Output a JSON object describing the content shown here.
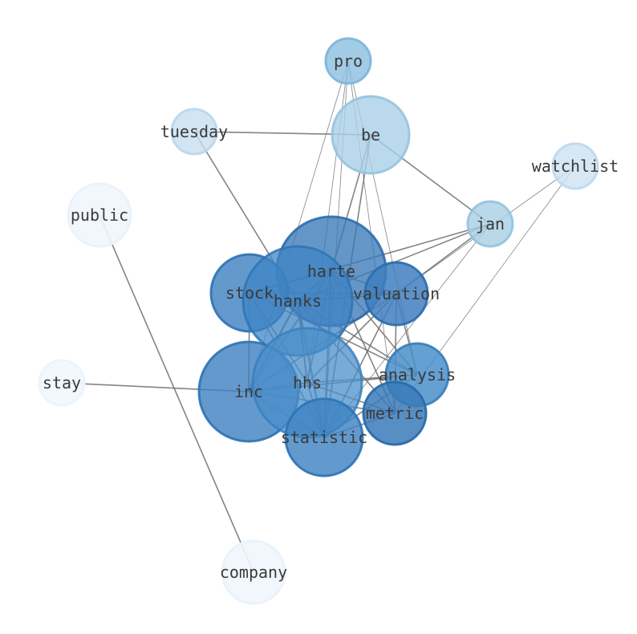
{
  "nodes": [
    {
      "id": "pro",
      "label": "pro",
      "fill": "#92c3e2",
      "stroke": "#7fb6da",
      "opacity": 0.85
    },
    {
      "id": "be",
      "label": "be",
      "fill": "#a9d0e7",
      "stroke": "#95c3df",
      "opacity": 0.8
    },
    {
      "id": "tuesday",
      "label": "tuesday",
      "fill": "#c8dff0",
      "stroke": "#b9d6ec",
      "opacity": 0.8
    },
    {
      "id": "watchlist",
      "label": "watchlist",
      "fill": "#cde2f1",
      "stroke": "#bdd8ee",
      "opacity": 0.8
    },
    {
      "id": "public",
      "label": "public",
      "fill": "#f0f6fc",
      "stroke": "#eaf3fb",
      "opacity": 0.9
    },
    {
      "id": "jan",
      "label": "jan",
      "fill": "#a7cfe6",
      "stroke": "#92c2df",
      "opacity": 0.8
    },
    {
      "id": "harte",
      "label": "harte",
      "fill": "#3a78b9",
      "stroke": "#2a6aab",
      "opacity": 0.78
    },
    {
      "id": "stock",
      "label": "stock",
      "fill": "#3d7fc0",
      "stroke": "#2d71b2",
      "opacity": 0.8
    },
    {
      "id": "hanks",
      "label": "hanks",
      "fill": "#3f84c4",
      "stroke": "#2e74b5",
      "opacity": 0.75
    },
    {
      "id": "valuation",
      "label": "valuation",
      "fill": "#3f7fbf",
      "stroke": "#2d6fb0",
      "opacity": 0.85
    },
    {
      "id": "analysis",
      "label": "analysis",
      "fill": "#4a8fca",
      "stroke": "#3a80bc",
      "opacity": 0.85
    },
    {
      "id": "stay",
      "label": "stay",
      "fill": "#f2f7fc",
      "stroke": "#edf4fb",
      "opacity": 0.9
    },
    {
      "id": "inc",
      "label": "inc",
      "fill": "#3d80c0",
      "stroke": "#2d71b2",
      "opacity": 0.8
    },
    {
      "id": "hhs",
      "label": "hhs",
      "fill": "#4a8fcb",
      "stroke": "#3a80bd",
      "opacity": 0.75
    },
    {
      "id": "metric",
      "label": "metric",
      "fill": "#3a7ab9",
      "stroke": "#2a6bab",
      "opacity": 0.85
    },
    {
      "id": "statistic",
      "label": "statistic",
      "fill": "#3f84c3",
      "stroke": "#2e75b5",
      "opacity": 0.82
    },
    {
      "id": "company",
      "label": "company",
      "fill": "#f0f6fc",
      "stroke": "#eaf3fb",
      "opacity": 0.9
    }
  ],
  "edges": [
    {
      "source": "tuesday",
      "target": "be",
      "weight": 1.6
    },
    {
      "source": "tuesday",
      "target": "hanks",
      "weight": 1.6
    },
    {
      "source": "be",
      "target": "jan",
      "weight": 1.6
    },
    {
      "source": "be",
      "target": "harte",
      "weight": 1.6
    },
    {
      "source": "be",
      "target": "statistic",
      "weight": 1.6
    },
    {
      "source": "public",
      "target": "company",
      "weight": 1.6
    },
    {
      "source": "stay",
      "target": "inc",
      "weight": 1.6
    },
    {
      "source": "pro",
      "target": "inc",
      "weight": 0.8
    },
    {
      "source": "pro",
      "target": "hhs",
      "weight": 0.8
    },
    {
      "source": "pro",
      "target": "analysis",
      "weight": 0.8
    },
    {
      "source": "pro",
      "target": "metric",
      "weight": 0.8
    },
    {
      "source": "pro",
      "target": "statistic",
      "weight": 0.8
    },
    {
      "source": "watchlist",
      "target": "metric",
      "weight": 0.8
    },
    {
      "source": "watchlist",
      "target": "valuation",
      "weight": 0.8
    },
    {
      "source": "jan",
      "target": "hanks",
      "weight": 1.6
    },
    {
      "source": "jan",
      "target": "stock",
      "weight": 1.6
    },
    {
      "source": "jan",
      "target": "valuation",
      "weight": 1.6
    },
    {
      "source": "jan",
      "target": "statistic",
      "weight": 0.8
    },
    {
      "source": "harte",
      "target": "stock",
      "weight": 1.6
    },
    {
      "source": "harte",
      "target": "hanks",
      "weight": 1.6
    },
    {
      "source": "harte",
      "target": "valuation",
      "weight": 1.6
    },
    {
      "source": "harte",
      "target": "analysis",
      "weight": 1.6
    },
    {
      "source": "harte",
      "target": "inc",
      "weight": 1.6
    },
    {
      "source": "harte",
      "target": "hhs",
      "weight": 1.6
    },
    {
      "source": "harte",
      "target": "metric",
      "weight": 1.6
    },
    {
      "source": "harte",
      "target": "statistic",
      "weight": 2.2
    },
    {
      "source": "stock",
      "target": "hanks",
      "weight": 1.6
    },
    {
      "source": "stock",
      "target": "valuation",
      "weight": 1.6
    },
    {
      "source": "stock",
      "target": "inc",
      "weight": 1.6
    },
    {
      "source": "stock",
      "target": "hhs",
      "weight": 1.6
    },
    {
      "source": "stock",
      "target": "statistic",
      "weight": 1.6
    },
    {
      "source": "stock",
      "target": "analysis",
      "weight": 1.6
    },
    {
      "source": "hanks",
      "target": "valuation",
      "weight": 1.6
    },
    {
      "source": "hanks",
      "target": "analysis",
      "weight": 1.6
    },
    {
      "source": "hanks",
      "target": "metric",
      "weight": 1.6
    },
    {
      "source": "hanks",
      "target": "inc",
      "weight": 2.2
    },
    {
      "source": "hanks",
      "target": "hhs",
      "weight": 2.2
    },
    {
      "source": "hanks",
      "target": "statistic",
      "weight": 2.2
    },
    {
      "source": "valuation",
      "target": "analysis",
      "weight": 1.6
    },
    {
      "source": "valuation",
      "target": "metric",
      "weight": 1.6
    },
    {
      "source": "valuation",
      "target": "inc",
      "weight": 1.6
    },
    {
      "source": "valuation",
      "target": "hhs",
      "weight": 1.6
    },
    {
      "source": "valuation",
      "target": "statistic",
      "weight": 1.6
    },
    {
      "source": "analysis",
      "target": "inc",
      "weight": 1.6
    },
    {
      "source": "analysis",
      "target": "hhs",
      "weight": 1.6
    },
    {
      "source": "analysis",
      "target": "statistic",
      "weight": 1.6
    },
    {
      "source": "inc",
      "target": "hhs",
      "weight": 1.6
    },
    {
      "source": "inc",
      "target": "metric",
      "weight": 1.6
    },
    {
      "source": "inc",
      "target": "statistic",
      "weight": 1.6
    },
    {
      "source": "hhs",
      "target": "metric",
      "weight": 1.6
    },
    {
      "source": "hhs",
      "target": "statistic",
      "weight": 1.6
    },
    {
      "source": "metric",
      "target": "statistic",
      "weight": 1.6
    }
  ]
}
